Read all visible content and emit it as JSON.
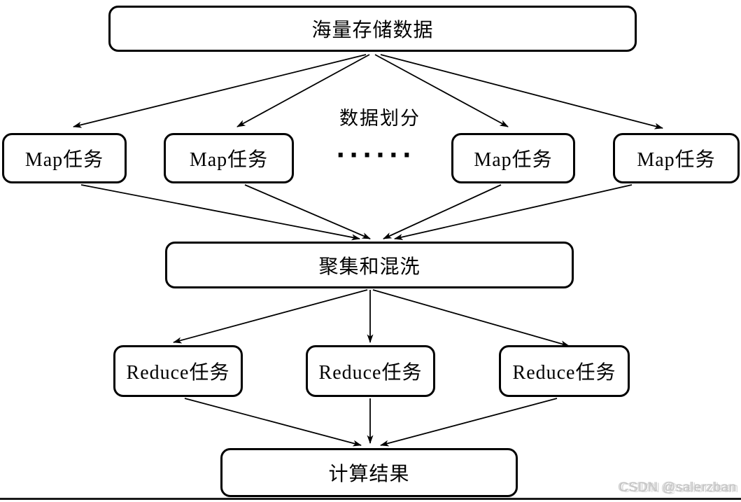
{
  "diagram": {
    "title_node": "海量存储数据",
    "partition_label": "数据划分",
    "map_tasks": [
      "Map任务",
      "Map任务",
      "Map任务",
      "Map任务"
    ],
    "ellipsis": "······",
    "shuffle_node": "聚集和混洗",
    "reduce_tasks": [
      "Reduce任务",
      "Reduce任务",
      "Reduce任务"
    ],
    "result_node": "计算结果",
    "colors": {
      "line": "#000000",
      "box_border": "#000000",
      "background": "#ffffff",
      "watermark": "#c3c3c3"
    }
  },
  "watermark": {
    "text": "CSDN @salerzban"
  }
}
